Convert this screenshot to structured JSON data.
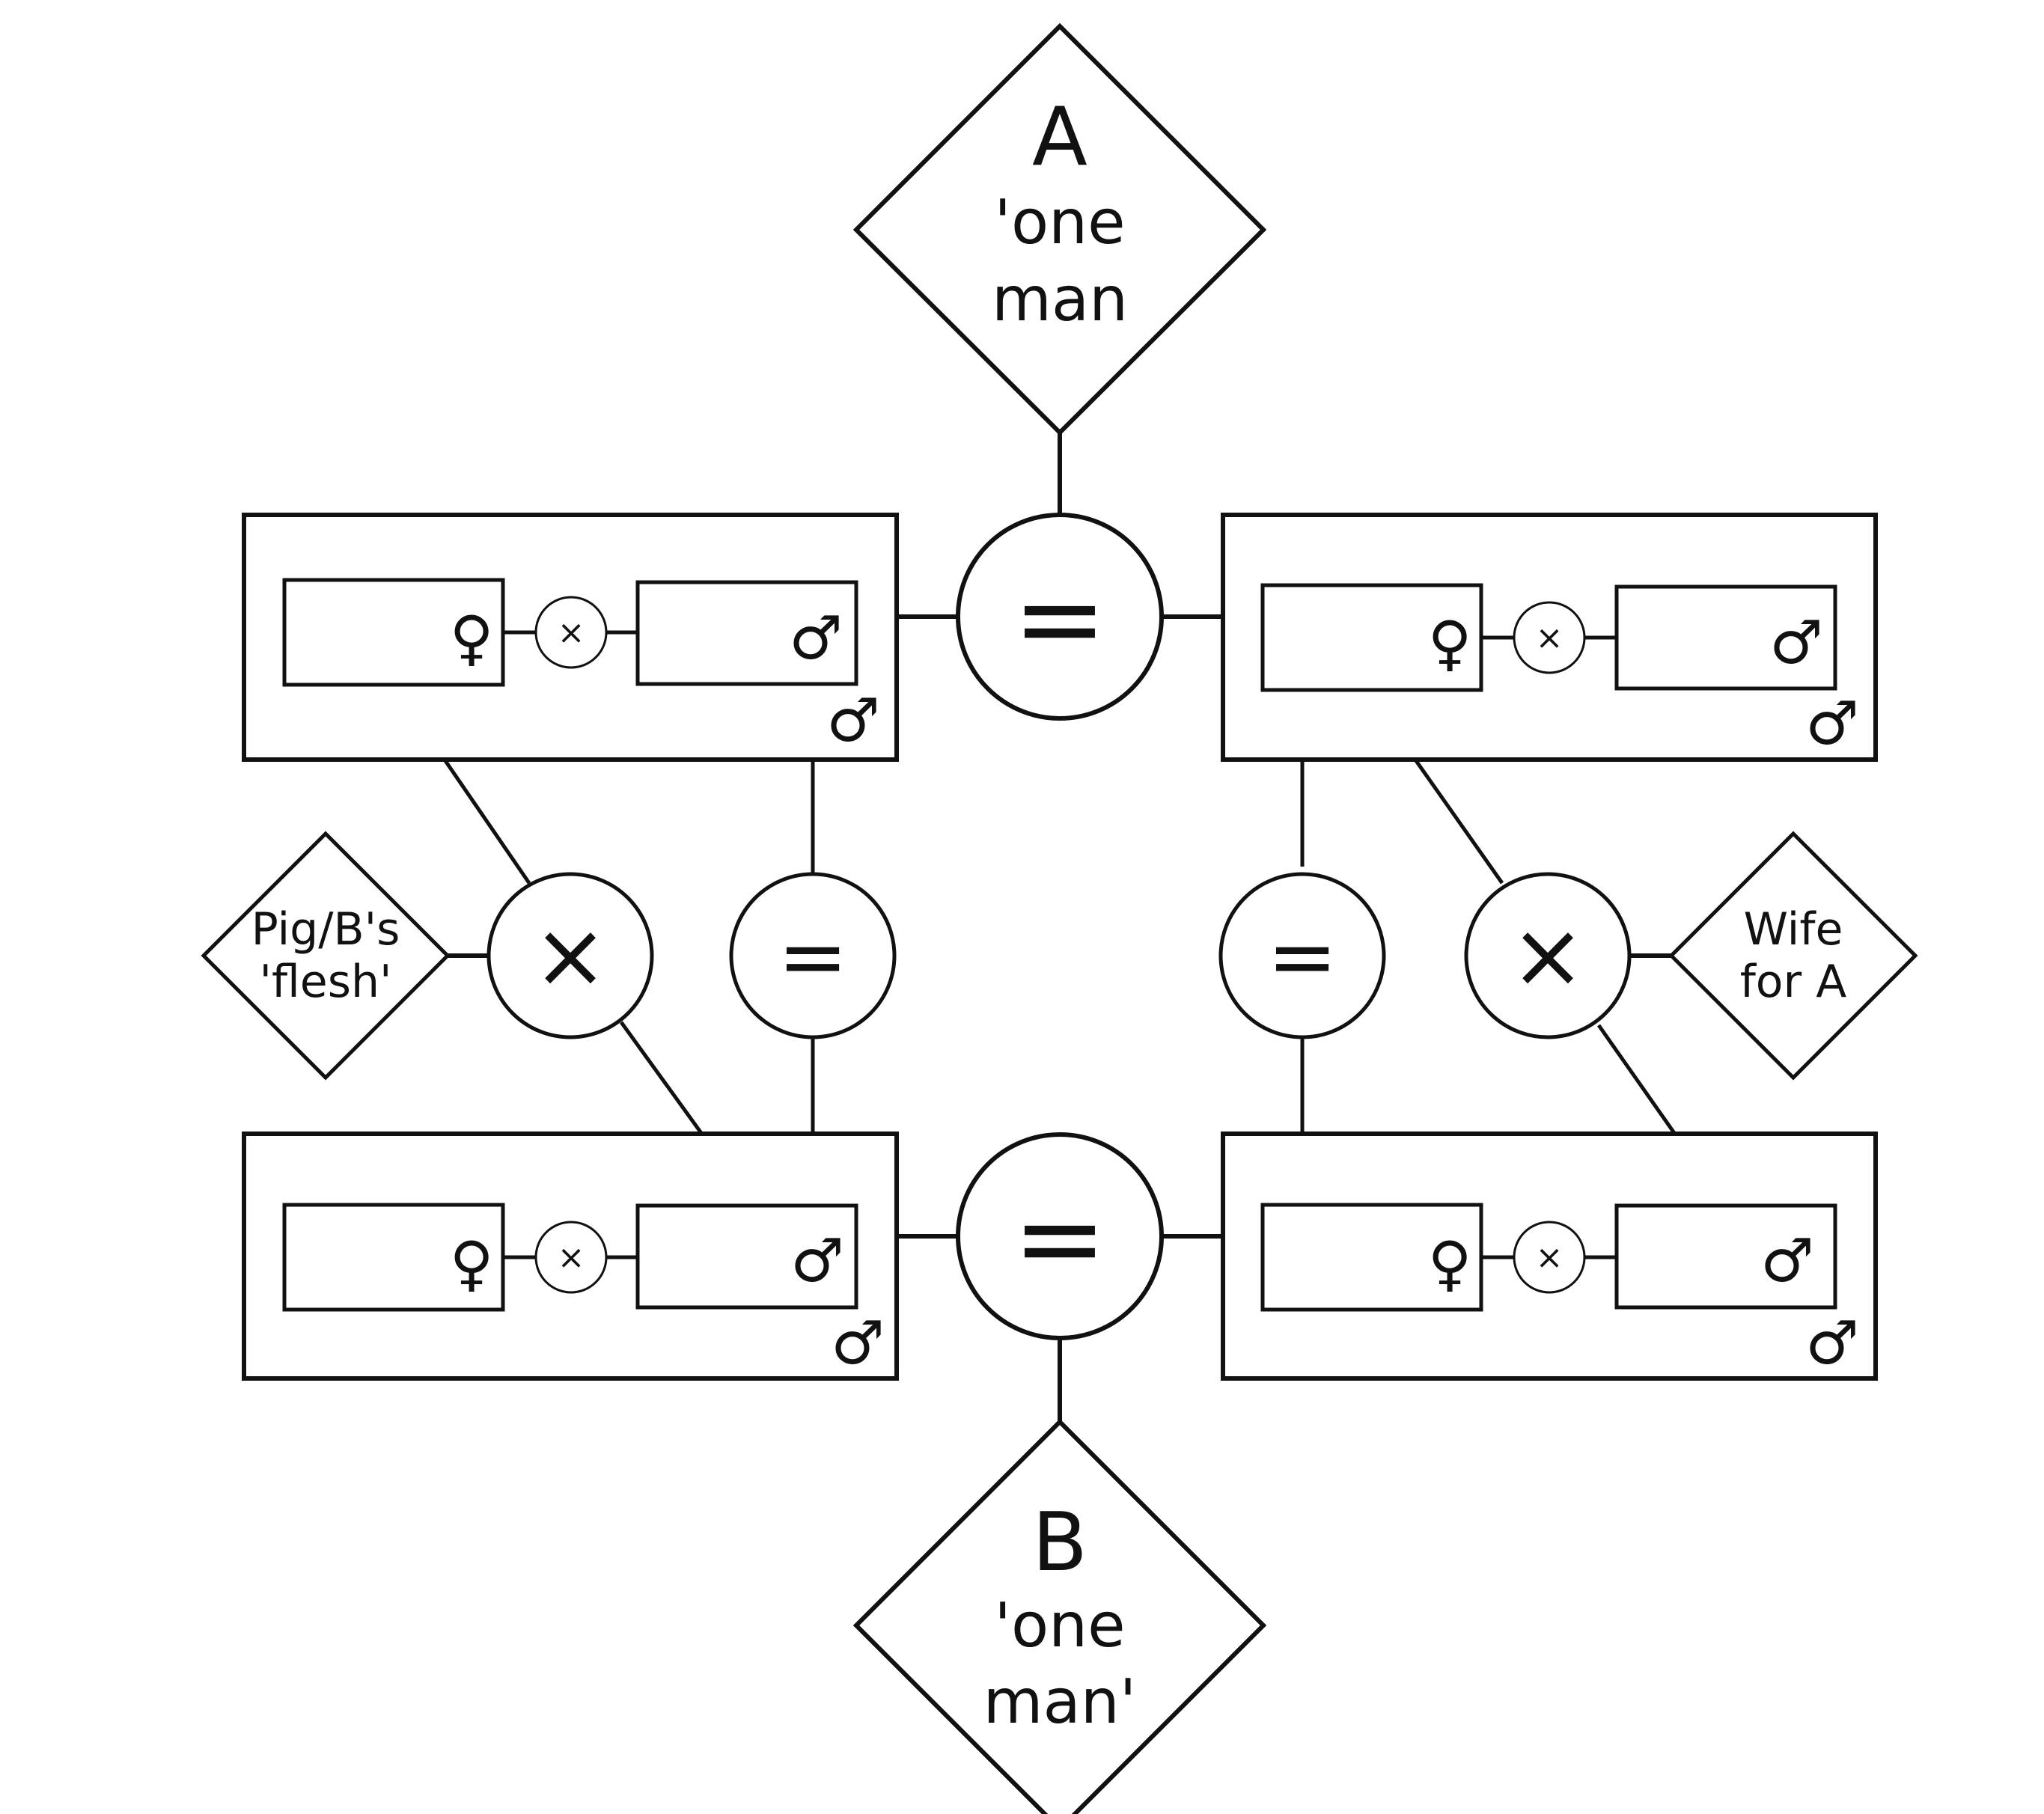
{
  "diagram": {
    "top_node": {
      "letter": "A",
      "line1": "'one",
      "line2": "man"
    },
    "bottom_node": {
      "letter": "B",
      "line1": "'one",
      "line2": "man'"
    },
    "left_node": {
      "line1": "Pig/B's",
      "line2": "'flesh'"
    },
    "right_node": {
      "line1": "Wife",
      "line2": "for A"
    },
    "symbols": {
      "equals": "=",
      "times": "×",
      "female": "♀",
      "male": "♂"
    },
    "colors": {
      "stroke": "#111111",
      "background": "#ffffff"
    }
  }
}
